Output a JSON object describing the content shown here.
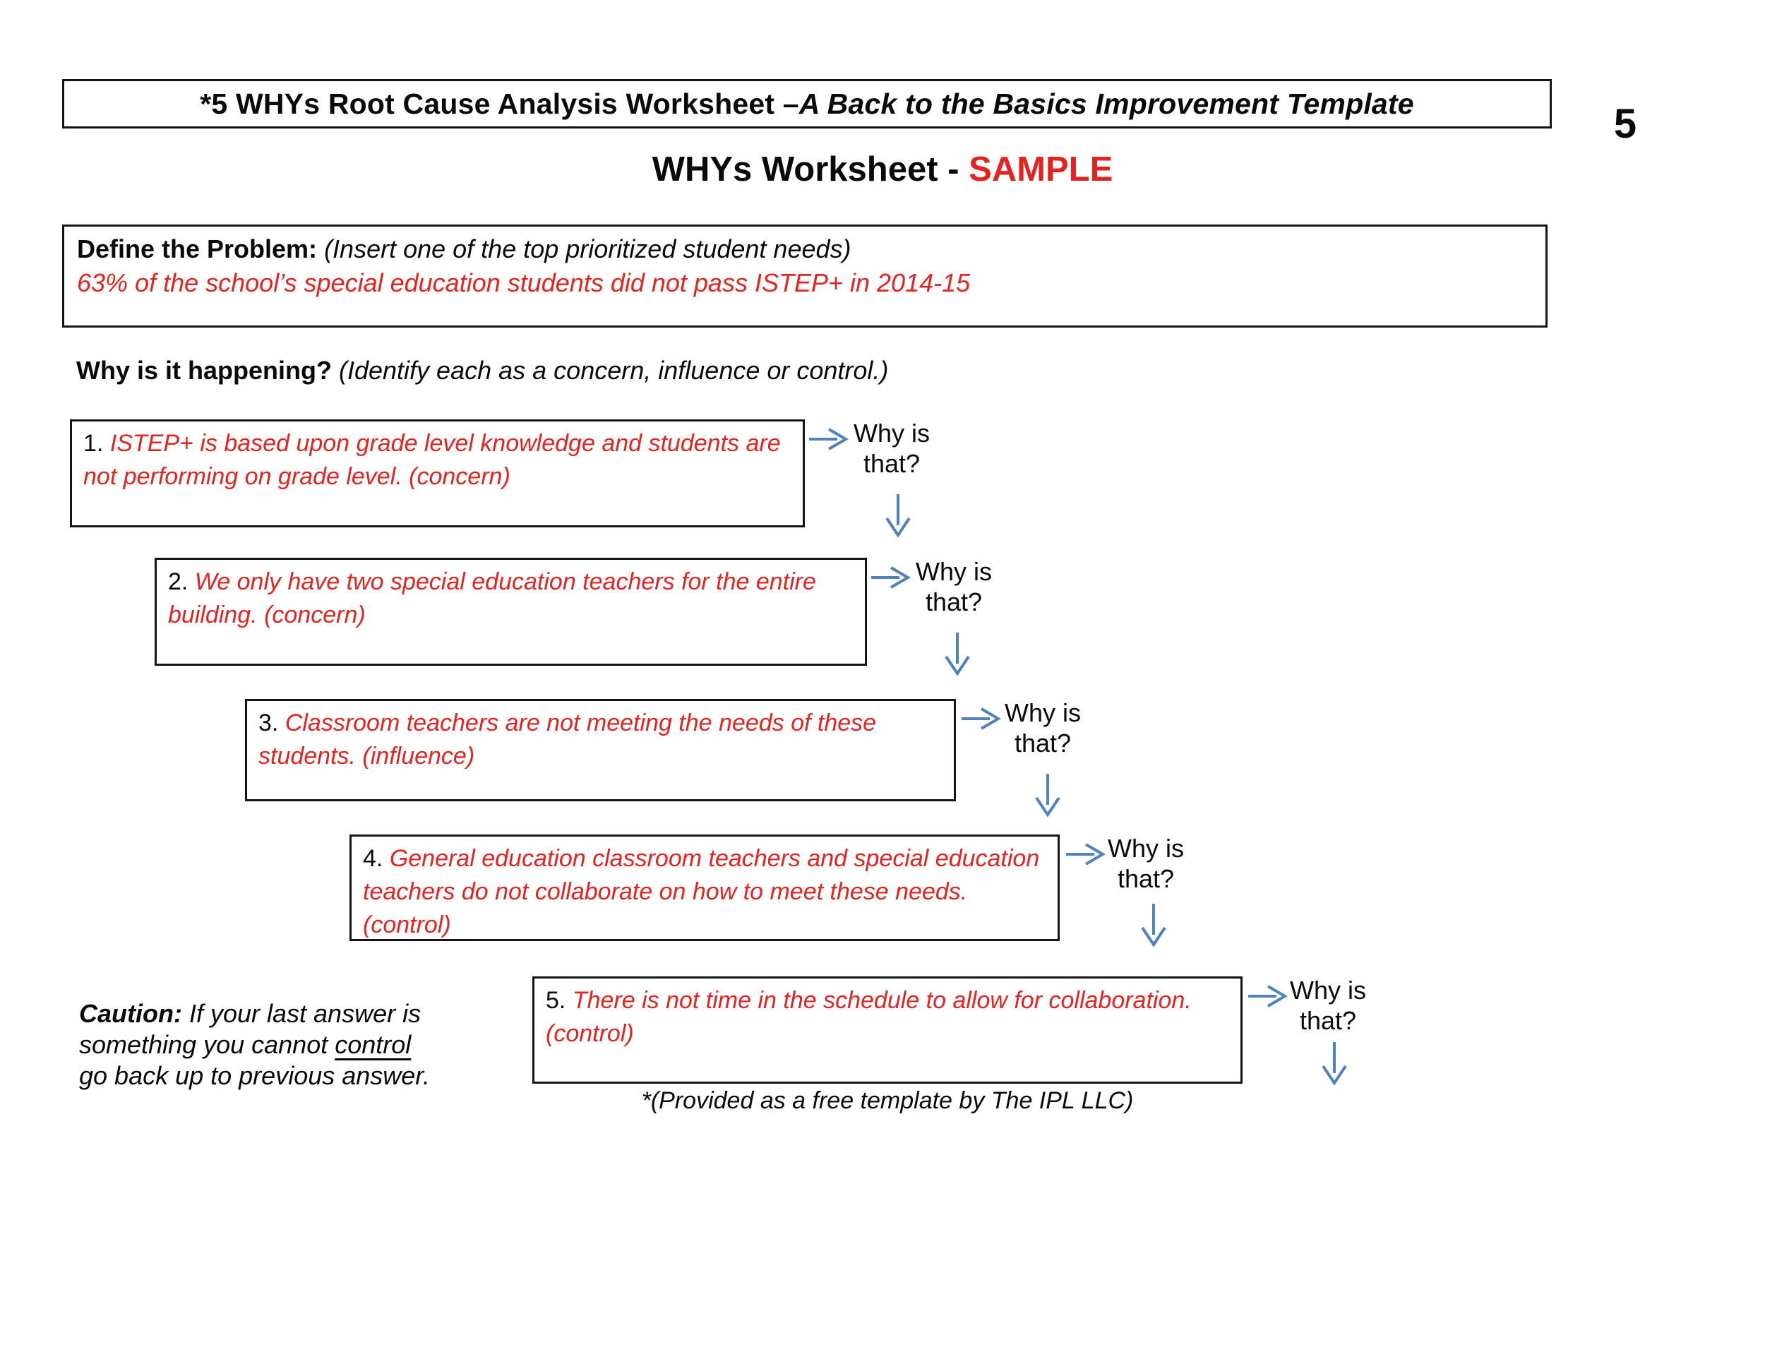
{
  "colors": {
    "red": "#e42320",
    "blue": "#4f81bd"
  },
  "header": {
    "title_bold": "*5 WHYs Root Cause Analysis Worksheet – ",
    "title_italic": "A Back to the Basics Improvement Template",
    "page_number": "5"
  },
  "heading": {
    "black_part": "WHYs Worksheet - ",
    "red_part": "SAMPLE"
  },
  "problem": {
    "label": "Define the Problem:",
    "hint": " (Insert one of the top prioritized student needs)",
    "statement": "63% of the school’s special education students did not pass ISTEP+ in 2014-15"
  },
  "why_question": {
    "label": "Why is it happening?",
    "hint": " (Identify each as a concern, influence or control.)"
  },
  "why_prompt": {
    "line1": "Why is",
    "line2": "that?"
  },
  "whys": [
    {
      "number": "1. ",
      "text": "ISTEP+ is based upon grade level knowledge and students are not performing on grade level. (concern)"
    },
    {
      "number": "2. ",
      "text": "We only have two special education teachers for the entire building. (concern)"
    },
    {
      "number": "3. ",
      "text": "Classroom teachers are not meeting the needs of these students. (influence)"
    },
    {
      "number": "4. ",
      "text": "General education classroom teachers and special education teachers do not collaborate on how to meet these needs. (control)"
    },
    {
      "number": "5. ",
      "text": "There is not time in the schedule to allow for collaboration. (control)"
    }
  ],
  "caution": {
    "label": "Caution:",
    "line1_rest": " If your last answer is",
    "line2_pre": "something you cannot ",
    "underlined_word": "control",
    "line3": "go back up to previous answer."
  },
  "footer": {
    "text": "*(Provided as a free template by The IPL LLC)"
  }
}
